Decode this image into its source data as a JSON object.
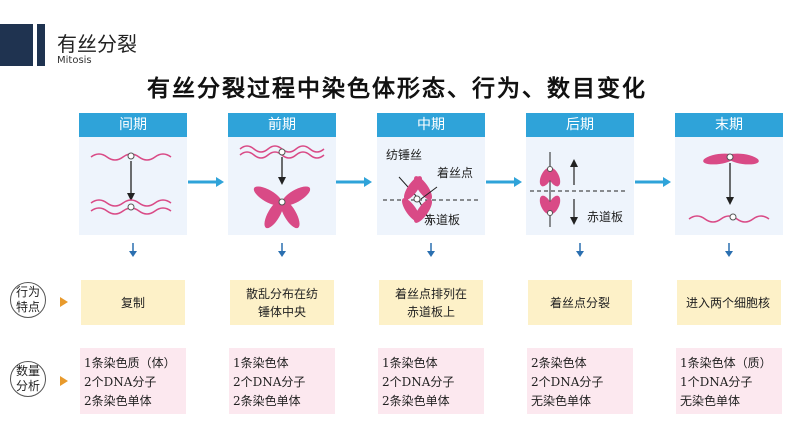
{
  "header": {
    "title": "有丝分裂",
    "subtitle": "Mitosis"
  },
  "main_title": "有丝分裂过程中染色体形态、行为、数目变化",
  "row_labels": {
    "behavior": "行为特点",
    "quantity": "数量分析"
  },
  "stages": [
    {
      "name": "间期",
      "behavior": "复制",
      "quantity": [
        "1条染色质（体）",
        "2个DNA分子",
        "2条染色单体"
      ]
    },
    {
      "name": "前期",
      "behavior": "散乱分布在纺锤体中央",
      "quantity": [
        "1条染色体",
        "2个DNA分子",
        "2条染色单体"
      ]
    },
    {
      "name": "中期",
      "behavior": "着丝点排列在赤道板上",
      "quantity": [
        "1条染色体",
        "2个DNA分子",
        "2条染色单体"
      ]
    },
    {
      "name": "后期",
      "behavior": "着丝点分裂",
      "quantity": [
        "2条染色体",
        "2个DNA分子",
        "无染色单体"
      ]
    },
    {
      "name": "末期",
      "behavior": "进入两个细胞核",
      "quantity": [
        "1条染色体（质）",
        "1个DNA分子",
        "无染色单体"
      ]
    }
  ],
  "diagram_labels": {
    "spindle": "纺锤丝",
    "centromere": "着丝点",
    "equator_mid": "赤道板",
    "equator_ana": "赤道板"
  },
  "colors": {
    "header_bar": "#1f3350",
    "stage_head": "#2fa3d9",
    "chromosome": "#d94a86",
    "arrow": "#2fa3d9",
    "behavior_bg": "#fdf1c8",
    "quantity_bg": "#fce8ef",
    "marker": "#e89a2c"
  }
}
